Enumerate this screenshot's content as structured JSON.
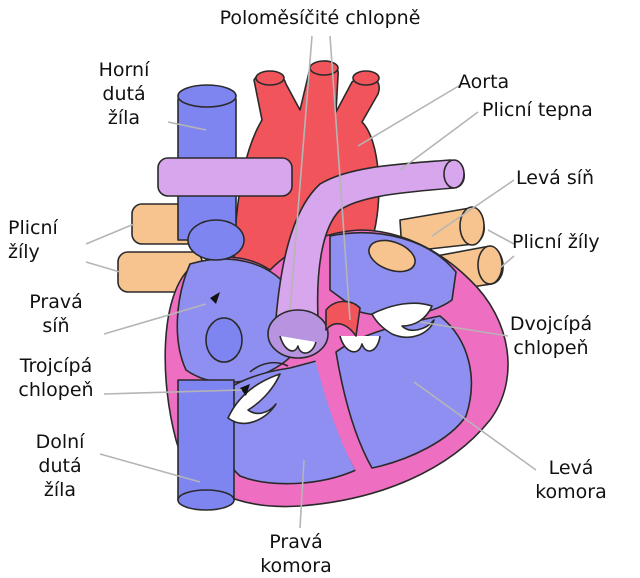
{
  "labels": {
    "semilunar_valves": "Poloměsíčité chlopně",
    "superior_vena_cava": "Horní\ndutá\nžíla",
    "aorta": "Aorta",
    "pulmonary_artery": "Plicní tepna",
    "left_atrium": "Levá síň",
    "pulmonary_veins_left": "Plicní\nžíly",
    "pulmonary_veins_right": "Plicní žíly",
    "right_atrium": "Pravá\nsíň",
    "mitral_valve": "Dvojcípá\nchlopeň",
    "tricuspid_valve": "Trojcípá\nchlopeň",
    "inferior_vena_cava": "Dolní\ndutá\nžíla",
    "left_ventricle": "Levá\nkomora",
    "right_ventricle": "Pravá\nkomora"
  },
  "colors": {
    "vena_cava": "#7f85f0",
    "aorta": "#f2545b",
    "pulmonary_artery": "#d8a6ec",
    "pulmonary_veins": "#f7c48f",
    "heart_wall": "#ee6fc2",
    "chamber": "#8f8ff2",
    "valve": "#ffffff",
    "leader_line": "#b5b5b5"
  }
}
